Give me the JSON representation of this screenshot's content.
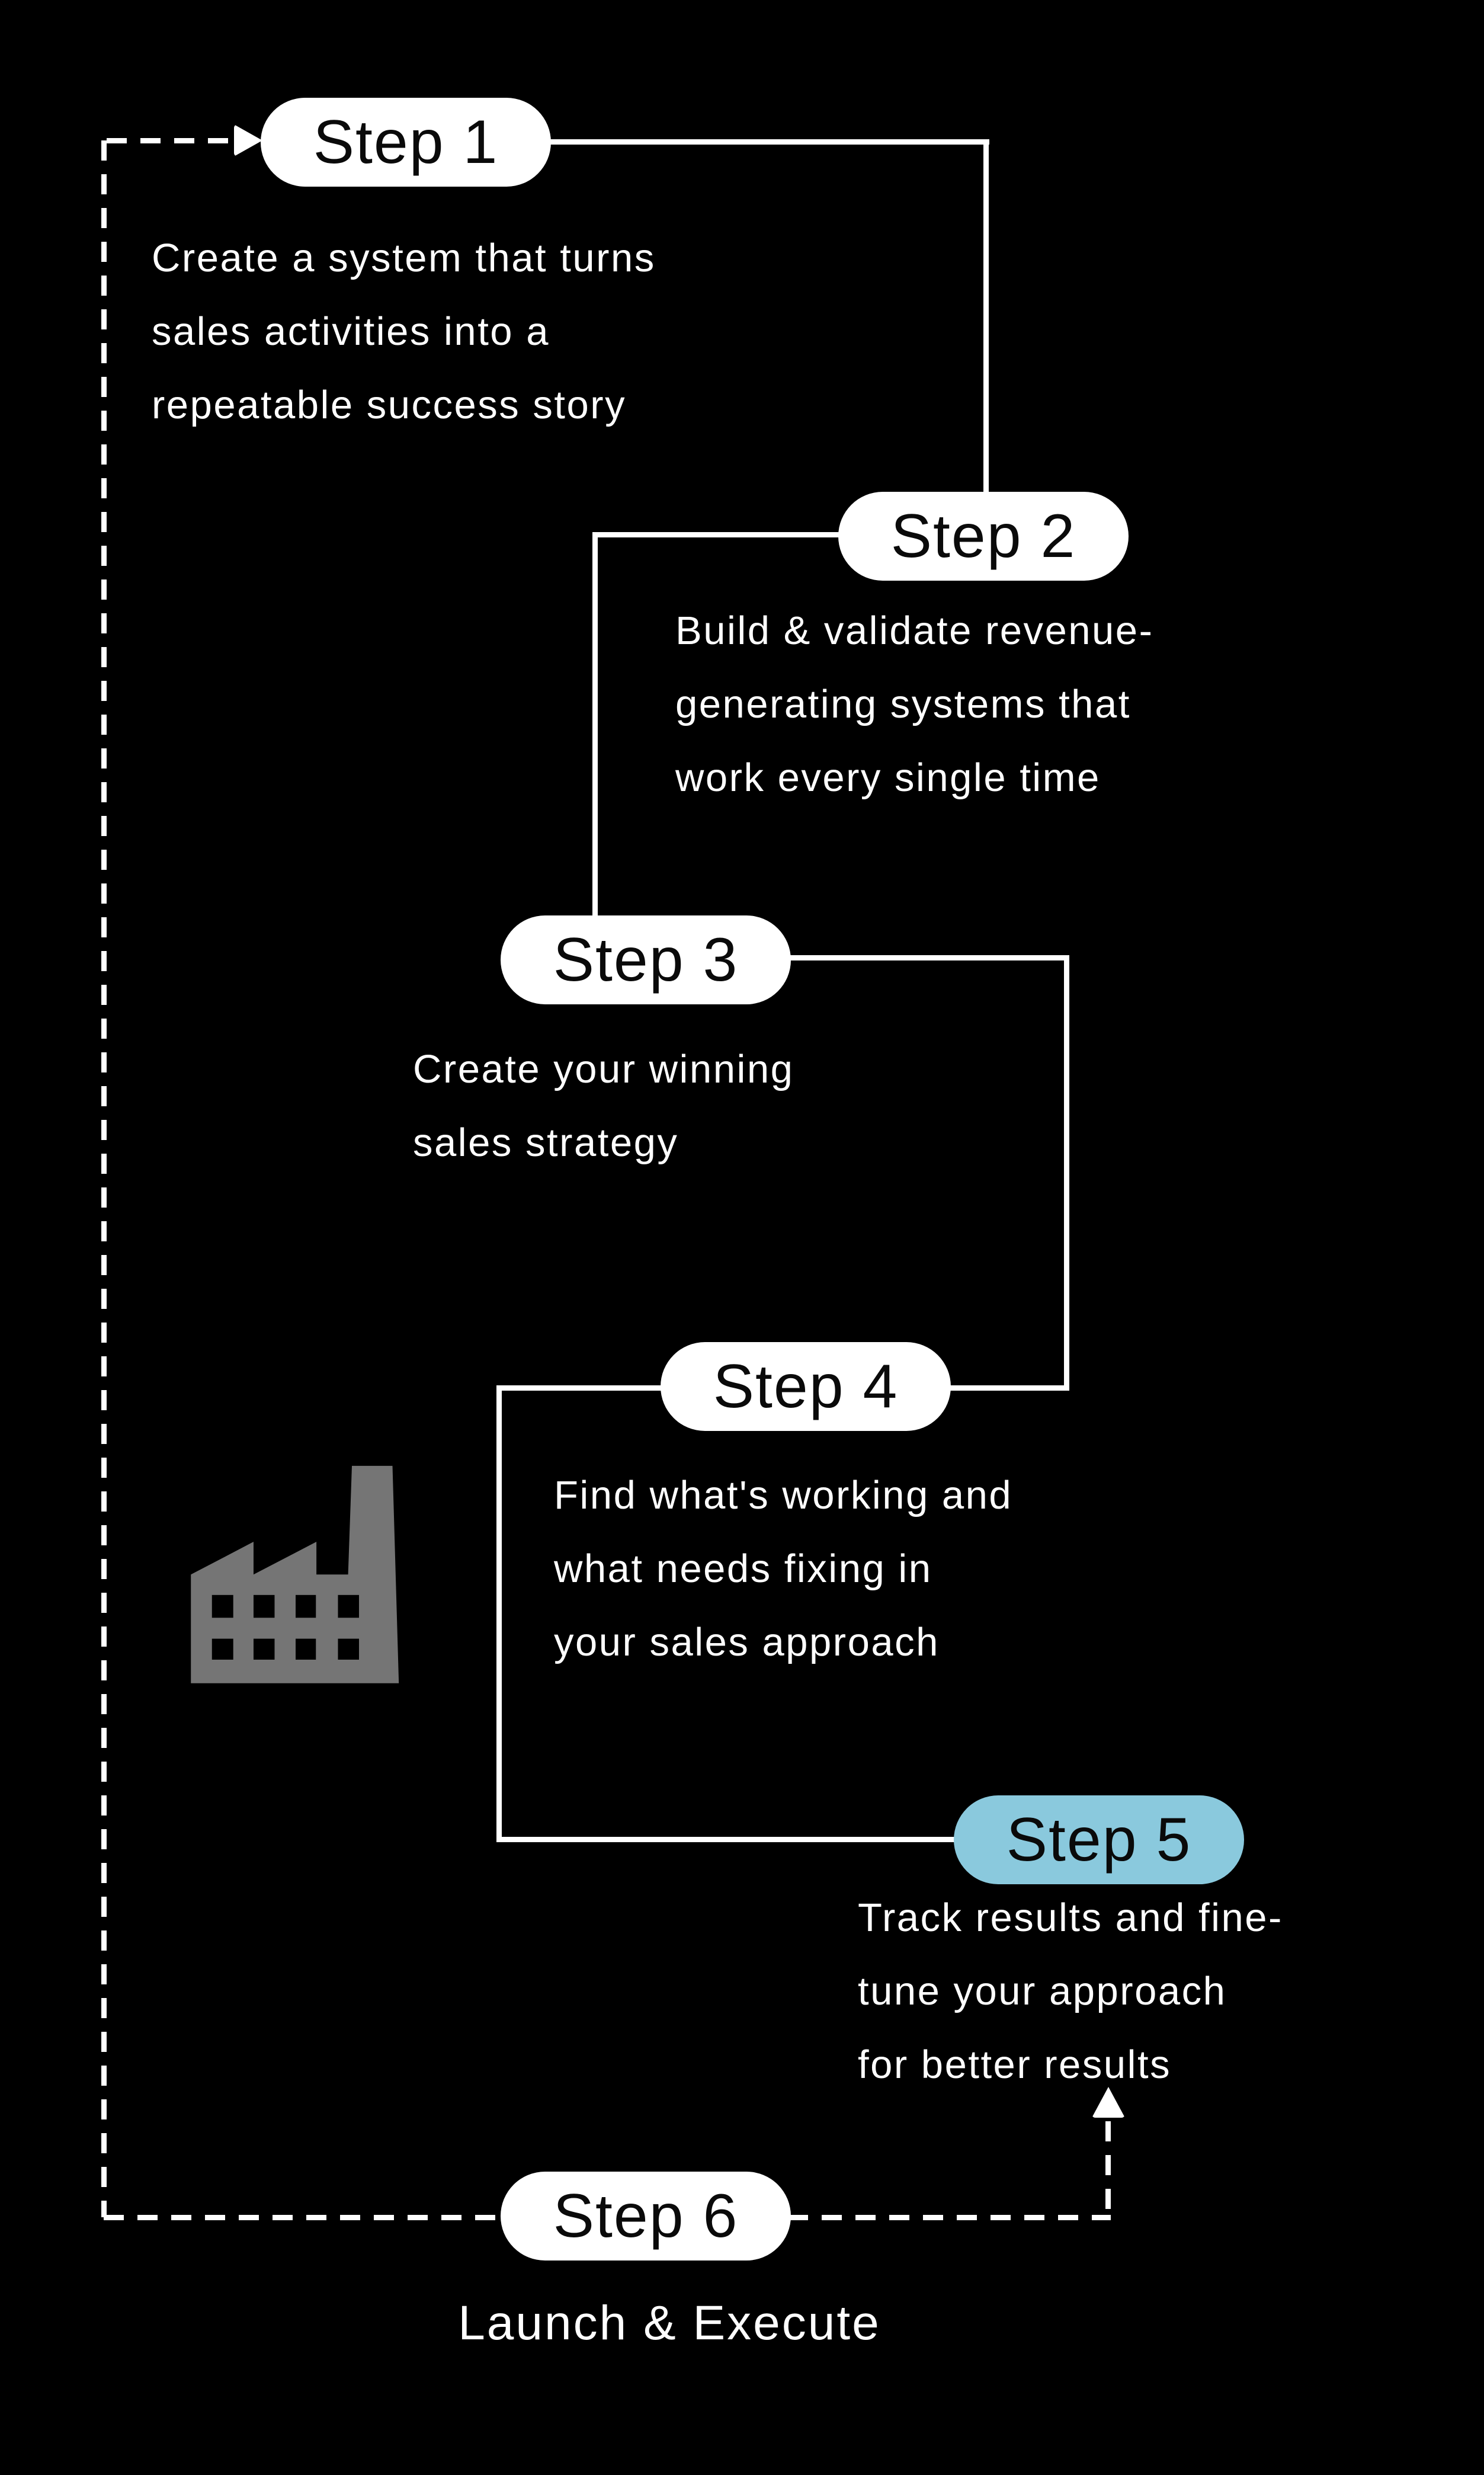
{
  "title": "6-step sales process flow infographic",
  "colors": {
    "background": "#000000",
    "pill_bg": "#ffffff",
    "pill_text": "#0a0a0a",
    "accent_pill_bg": "#8AC9DD",
    "line": "#ffffff",
    "text": "#ffffff",
    "factory": "#757575",
    "window": "#000000"
  },
  "icons": {
    "factory": "factory-icon",
    "start_arrow": "dashed-arrow-right-icon",
    "loop_arrow": "dashed-arrow-up-icon"
  },
  "steps": [
    {
      "label": "Step 1",
      "desc": [
        "Create a system that turns",
        "sales activities into a",
        "repeatable success story"
      ]
    },
    {
      "label": "Step 2",
      "desc": [
        "Build & validate revenue-",
        "generating systems that",
        "work every single time"
      ]
    },
    {
      "label": "Step 3",
      "desc": [
        "Create your winning",
        "sales strategy"
      ]
    },
    {
      "label": "Step 4",
      "desc": [
        "Find what's working and",
        "what needs fixing in",
        "your sales approach"
      ]
    },
    {
      "label": "Step 5",
      "highlighted": true,
      "desc": [
        "Track results and fine-",
        "tune your approach",
        "for better results"
      ]
    },
    {
      "label": "Step 6",
      "desc": [
        "Launch & Execute"
      ]
    }
  ]
}
